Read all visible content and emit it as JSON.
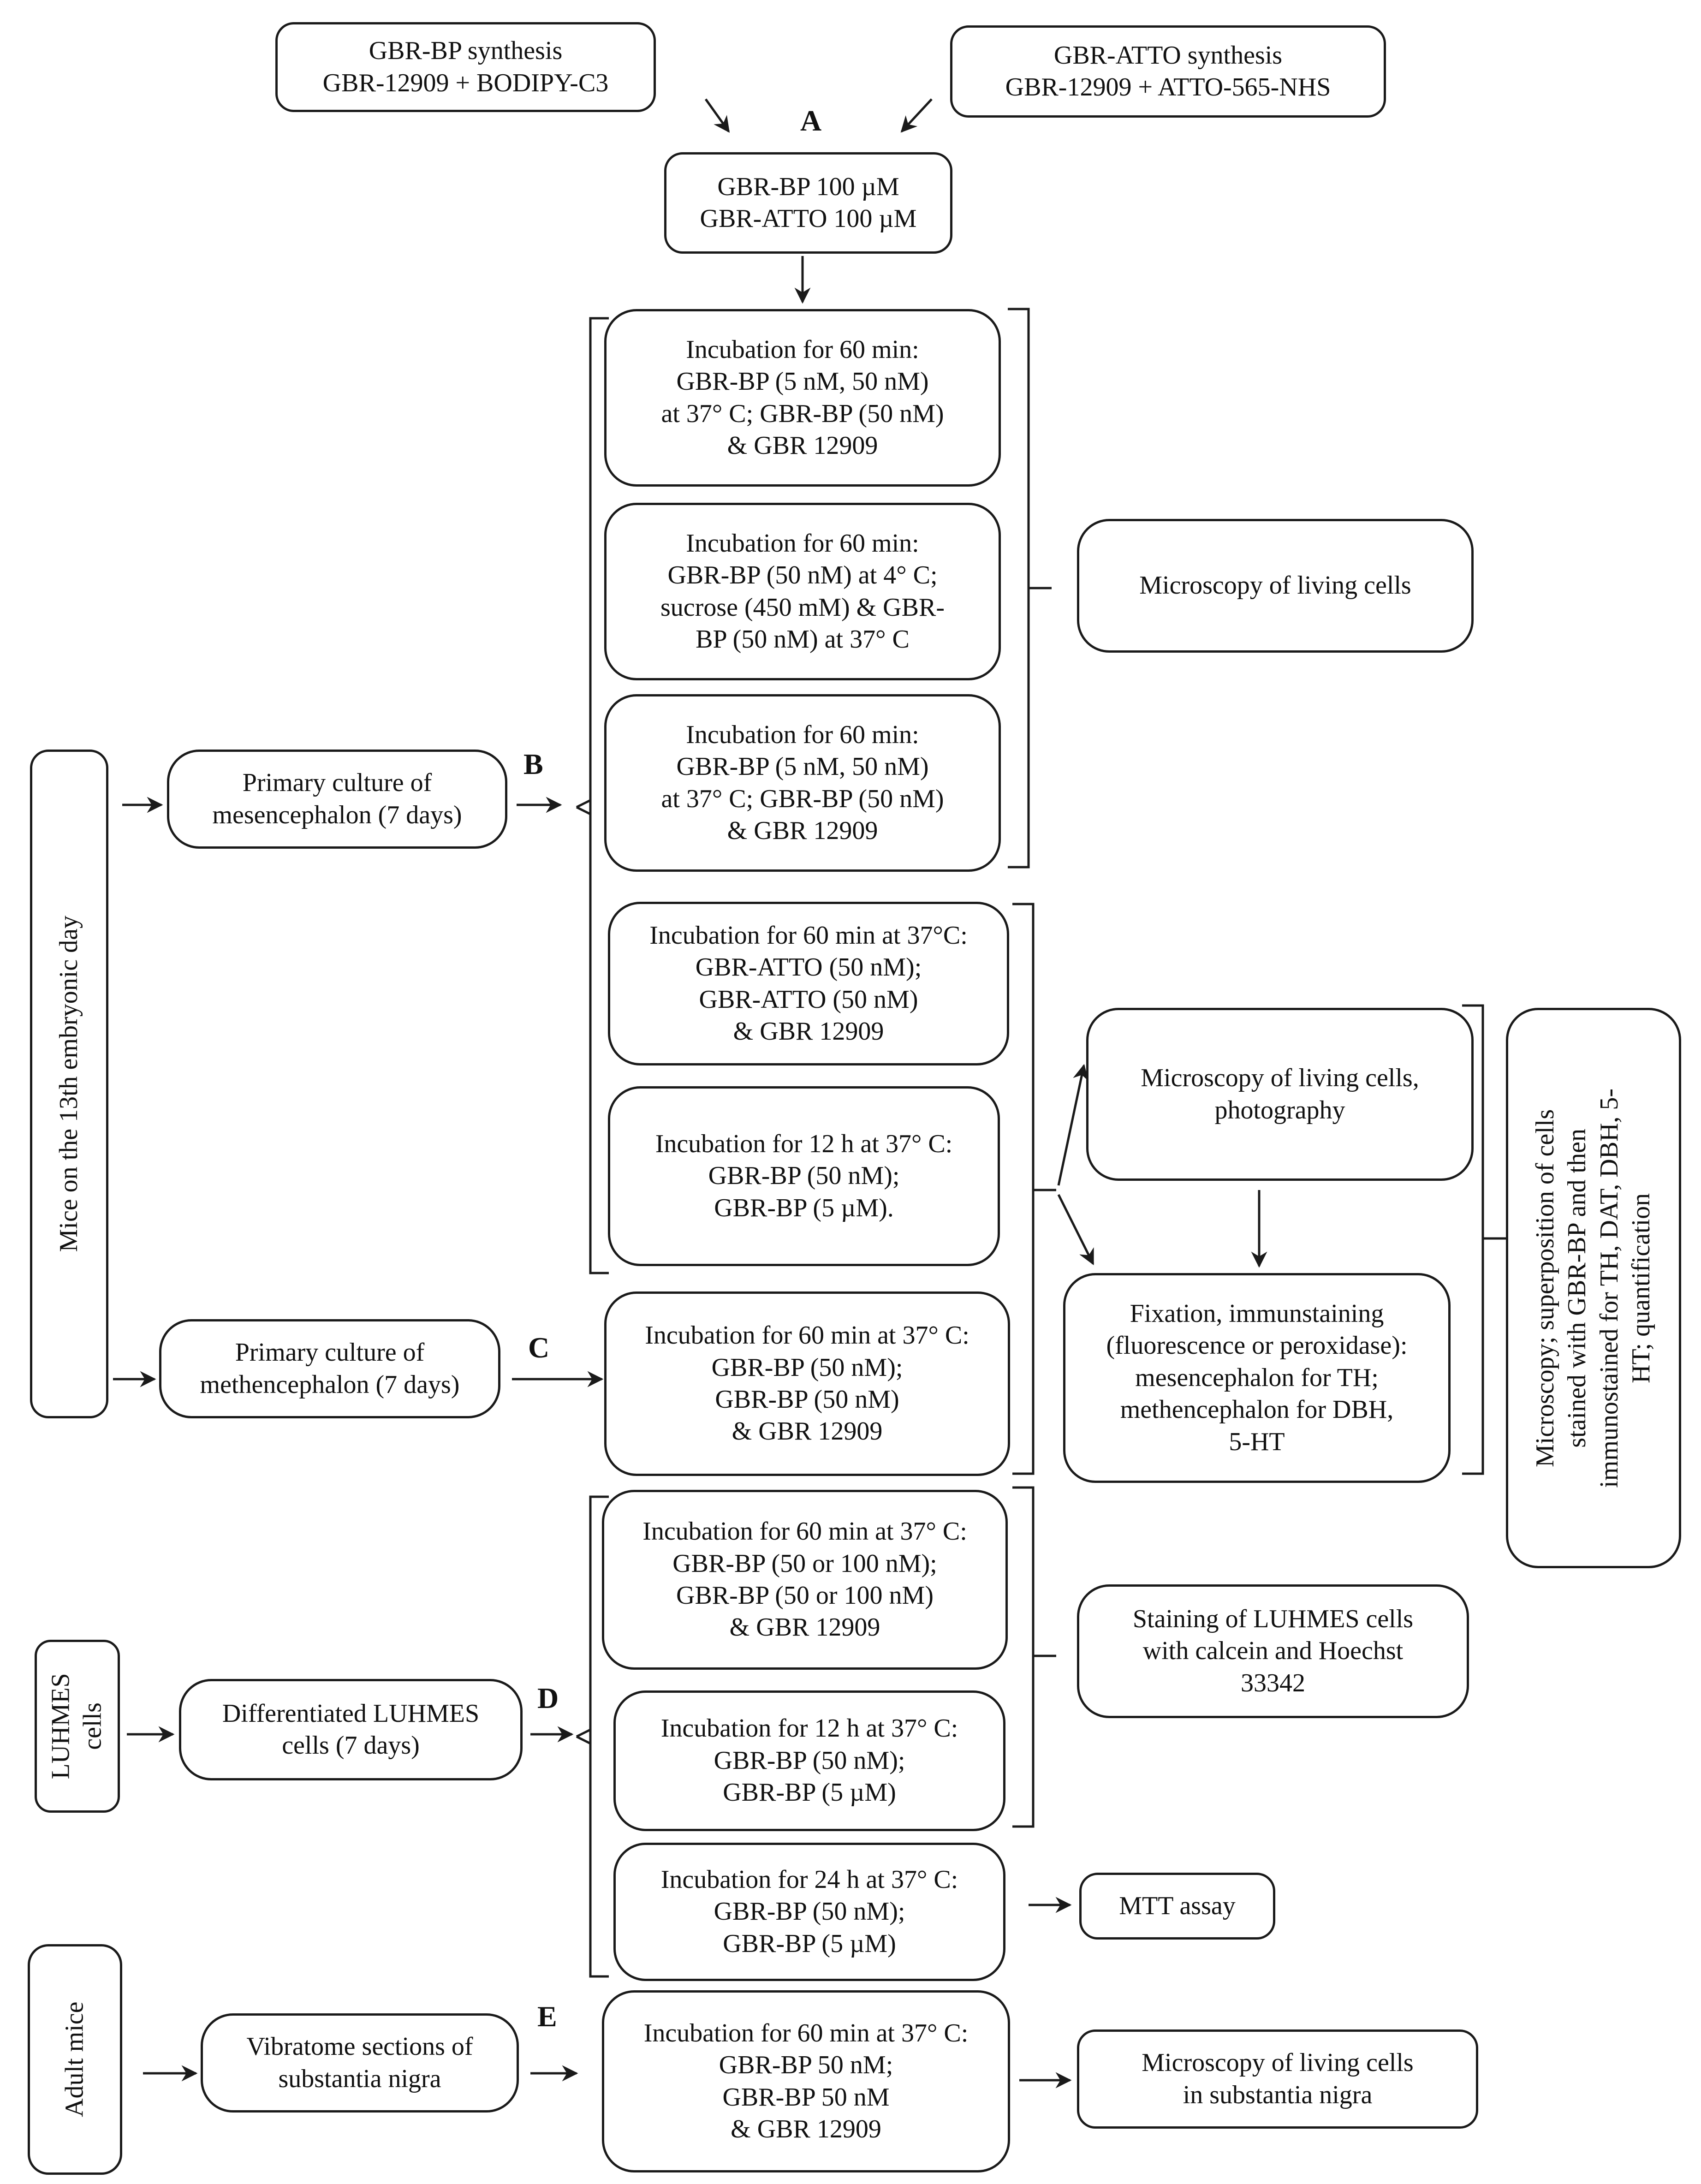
{
  "nodes": {
    "bp_synthesis": [
      "GBR-BP synthesis",
      "GBR-12909 + BODIPY-C3"
    ],
    "atto_synthesis": [
      "GBR-ATTO synthesis",
      "GBR-12909 + ATTO-565-NHS"
    ],
    "stock": [
      "GBR-BP 100 µM",
      "GBR-ATTO  100 µM"
    ],
    "inc_b1": [
      "Incubation for 60 min:",
      "GBR-BP (5 nM, 50 nM)",
      "at 37° C; GBR-BP (50 nM)",
      "& GBR 12909"
    ],
    "inc_b2": [
      "Incubation for 60 min:",
      "GBR-BP (50 nM)  at 4° C;",
      "sucrose (450 mM) & GBR-",
      "BP (50 nM) at 37° C"
    ],
    "inc_b3": [
      "Incubation for 60 min:",
      "GBR-BP (5 nM, 50 nM)",
      "at 37° C; GBR-BP (50 nM)",
      "& GBR 12909"
    ],
    "inc_b4": [
      "Incubation for 60 min at 37°C:",
      "GBR-ATTO  (50 nM);",
      "GBR-ATTO  (50 nM)",
      "& GBR 12909"
    ],
    "inc_b5": [
      "Incubation for 12 h at 37° C:",
      "GBR-BP (50 nM);",
      "GBR-BP (5 µM)."
    ],
    "inc_c": [
      "Incubation  for 60 min at 37° C:",
      "GBR-BP (50 nM);",
      "GBR-BP (50 nM)",
      "& GBR 12909"
    ],
    "inc_d1": [
      "Incubation  for 60 min at 37° C:",
      "GBR-BP (50 or 100 nM);",
      "GBR-BP (50 or 100 nM)",
      "& GBR 12909"
    ],
    "inc_d2": [
      "Incubation for 12 h at 37° C:",
      "GBR-BP (50 nM);",
      "GBR-BP (5 µM)"
    ],
    "inc_d3": [
      "Incubation for 24 h at 37° C:",
      "GBR-BP (50 nM);",
      "GBR-BP (5 µM)"
    ],
    "inc_e": [
      "Incubation  for 60 min at 37° C:",
      "GBR-BP  50 nM;",
      "GBR-BP  50 nM",
      "& GBR 12909"
    ],
    "microscopy_living": [
      "Microscopy  of living cells"
    ],
    "microscopy_photo": [
      "Microscopy  of living cells,",
      "photography"
    ],
    "fixation": [
      "Fixation, immunstaining",
      "(fluorescence or peroxidase):",
      "mesencephalon for TH;",
      "methencephalon for DBH,",
      "5-HT"
    ],
    "quantification": [
      "Microscopy;   superposition of cells",
      "stained with GBR-BP and then",
      "immunostained for TH, DAT, DBH, 5-",
      "HT;  quantification"
    ],
    "mice_13": [
      "Mice on the 13th embryonic day"
    ],
    "culture_mes": [
      "Primary culture of",
      "mesencephalon  (7 days)"
    ],
    "culture_met": [
      "Primary culture of",
      "methencephalon  (7 days)"
    ],
    "luhmes": [
      "LUHMES",
      "cells"
    ],
    "luhmes_diff": [
      "Differentiated LUHMES",
      "cells  (7 days)"
    ],
    "staining": [
      "Staining of LUHMES cells",
      "with  calcein and Hoechst",
      "33342"
    ],
    "mtt": [
      "MTT assay"
    ],
    "adult_mice": [
      "Adult mice"
    ],
    "vibratome": [
      "Vibratome sections of",
      "substantia nigra"
    ],
    "microscopy_sn": [
      "Microscopy of living cells",
      "in substantia nigra"
    ]
  },
  "labels": {
    "A": "A",
    "B": "B",
    "C": "C",
    "D": "D",
    "E": "E"
  },
  "colors": {
    "line": "#1a1a1a",
    "text": "#111111",
    "background": "#ffffff"
  }
}
